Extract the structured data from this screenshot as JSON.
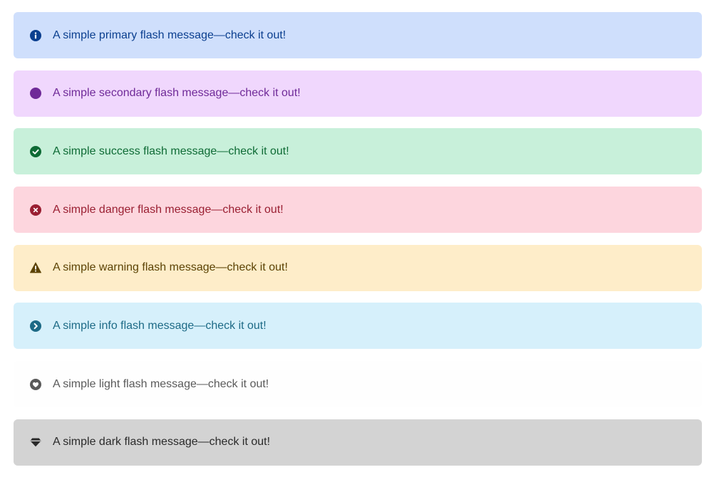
{
  "alerts": [
    {
      "variant": "primary",
      "icon": "info-circle-icon",
      "message": "A simple primary flash message—check it out!",
      "bg": "#cfdffc",
      "fg": "#0b3f8f"
    },
    {
      "variant": "secondary",
      "icon": "filled-circle-icon",
      "message": "A simple secondary flash message—check it out!",
      "bg": "#f0d7fd",
      "fg": "#6f2a98"
    },
    {
      "variant": "success",
      "icon": "check-circle-icon",
      "message": "A simple success flash message—check it out!",
      "bg": "#c8f0da",
      "fg": "#0e6b35"
    },
    {
      "variant": "danger",
      "icon": "x-circle-icon",
      "message": "A simple danger flash message—check it out!",
      "bg": "#fdd6de",
      "fg": "#9a1f32"
    },
    {
      "variant": "warning",
      "icon": "warning-triangle-icon",
      "message": "A simple warning flash message—check it out!",
      "bg": "#feedc9",
      "fg": "#5c4304"
    },
    {
      "variant": "info",
      "icon": "chevron-right-circle-icon",
      "message": "A simple info flash message—check it out!",
      "bg": "#d6f0fb",
      "fg": "#1d6a86"
    },
    {
      "variant": "light",
      "icon": "heart-circle-icon",
      "message": "A simple light flash message—check it out!",
      "bg": "#fefefe",
      "fg": "#5a5a5a"
    },
    {
      "variant": "dark",
      "icon": "gem-icon",
      "message": "A simple dark flash message—check it out!",
      "bg": "#d3d3d3",
      "fg": "#2a2a2a"
    }
  ]
}
